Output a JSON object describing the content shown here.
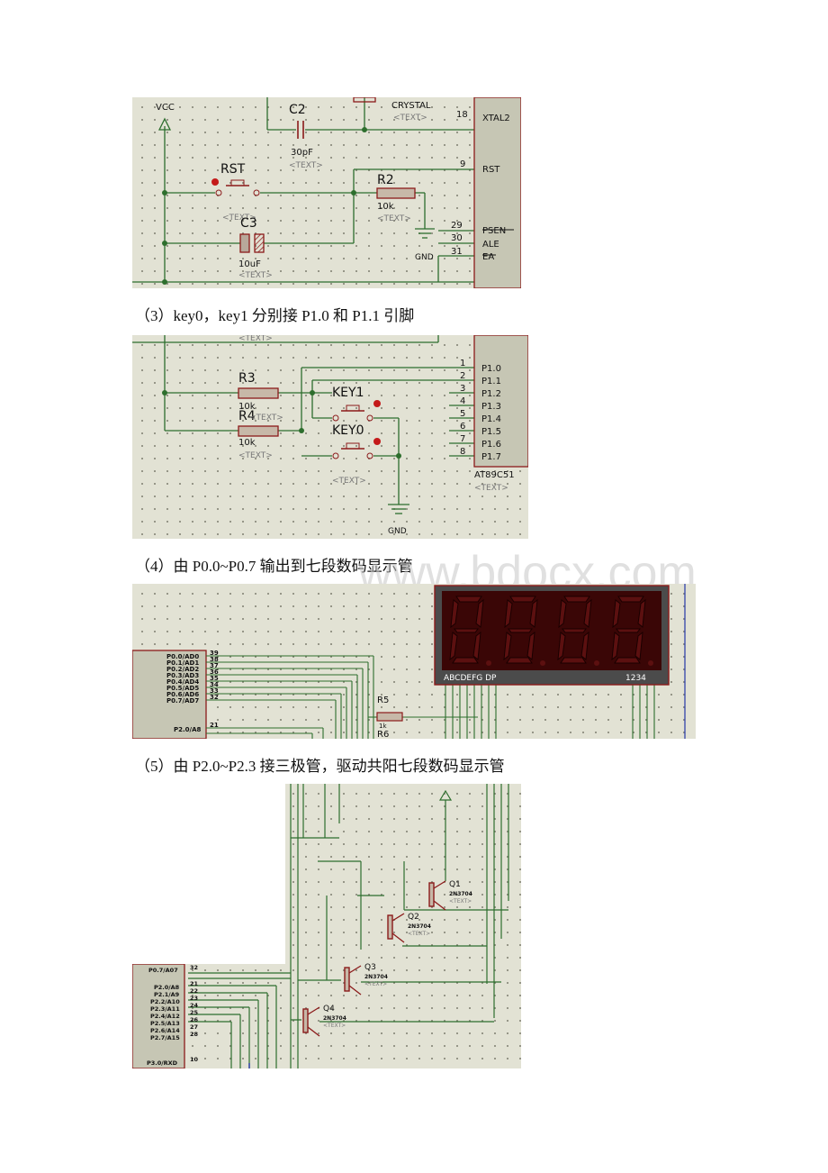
{
  "captions": {
    "c3": "（3）key0，key1 分别接 P1.0 和 P1.1 引脚",
    "c4": "（4）由 P0.0~P0.7 输出到七段数码显示管",
    "c5": "（5）由 P2.0~P2.3 接三极管，驱动共阳七段数码显示管"
  },
  "watermark": "www.bdocx.com",
  "colors": {
    "wire": "#2d6e2d",
    "part": "#8b1a1a",
    "bg": "#e2e2d4",
    "seg": "#4a0b0b"
  },
  "fig1": {
    "vcc": "VCC",
    "c2": "C2",
    "c2_val": "30pF",
    "text": "<TEXT>",
    "crystal": "CRYSTAL",
    "pin18": "18",
    "xtal2": "XTAL2",
    "pin9": "9",
    "rst_pin": "RST",
    "rst_btn": "RST",
    "r2": "R2",
    "r2_val": "10k",
    "c3": "C3",
    "c3_val": "10uF",
    "pin29": "29",
    "psen": "PSEN",
    "pin30": "30",
    "ale": "ALE",
    "pin31": "31",
    "ea": "EA",
    "gnd": "GND"
  },
  "fig2": {
    "text": "<TEXT>",
    "r3": "R3",
    "r3_val": "10k",
    "r4": "R4",
    "r4_val": "10k",
    "key1": "KEY1",
    "key0": "KEY0",
    "gnd": "GND",
    "chip": "AT89C51",
    "pins": [
      "1",
      "2",
      "3",
      "4",
      "5",
      "6",
      "7",
      "8"
    ],
    "ports": [
      "P1.0",
      "P1.1",
      "P1.2",
      "P1.3",
      "P1.4",
      "P1.5",
      "P1.6",
      "P1.7"
    ]
  },
  "fig3": {
    "p0_labels": [
      "P0.0/AD0",
      "P0.1/AD1",
      "P0.2/AD2",
      "P0.3/AD3",
      "P0.4/AD4",
      "P0.5/AD5",
      "P0.6/AD6",
      "P0.7/AD7"
    ],
    "p0_pins": [
      "39",
      "38",
      "37",
      "36",
      "35",
      "34",
      "33",
      "32"
    ],
    "p20": "P2.0/A8",
    "p20_pin": "21",
    "seg_labels": "ABCDEFG DP",
    "digit_labels": "1234",
    "r5": "R5",
    "r5_val": "1k",
    "r6": "R6"
  },
  "fig4": {
    "p07": "P0.7/A07",
    "p07_pin": "32",
    "p2_labels": [
      "P2.0/A8",
      "P2.1/A9",
      "P2.2/A10",
      "P2.3/A11",
      "P2.4/A12",
      "P2.5/A13",
      "P2.6/A14",
      "P2.7/A15"
    ],
    "p2_pins": [
      "21",
      "22",
      "23",
      "24",
      "25",
      "26",
      "27",
      "28"
    ],
    "p30": "P3.0/RXD",
    "p30_pin": "10",
    "transistors": [
      "Q1",
      "Q2",
      "Q3",
      "Q4"
    ],
    "model": "2N3704",
    "text": "<TEXT>"
  }
}
